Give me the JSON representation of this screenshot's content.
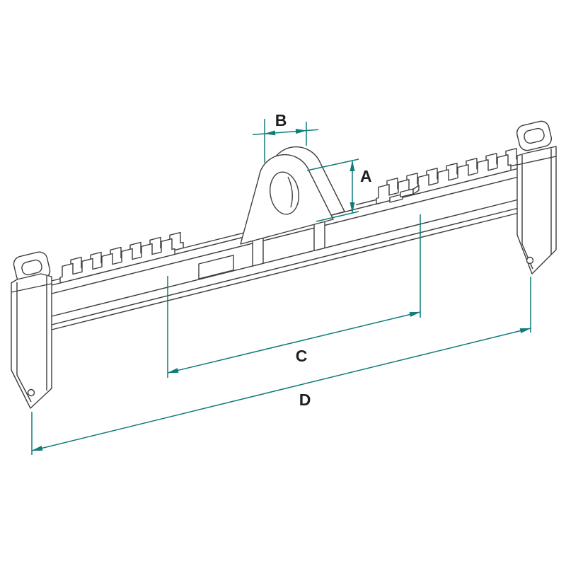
{
  "colors": {
    "line": "#3d3d3d",
    "dimension": "#0e7c7a",
    "label": "#1f1f1f",
    "background": "#ffffff"
  },
  "drawing": {
    "labels": {
      "a": "A",
      "b": "B",
      "c": "C",
      "d": "D"
    }
  }
}
